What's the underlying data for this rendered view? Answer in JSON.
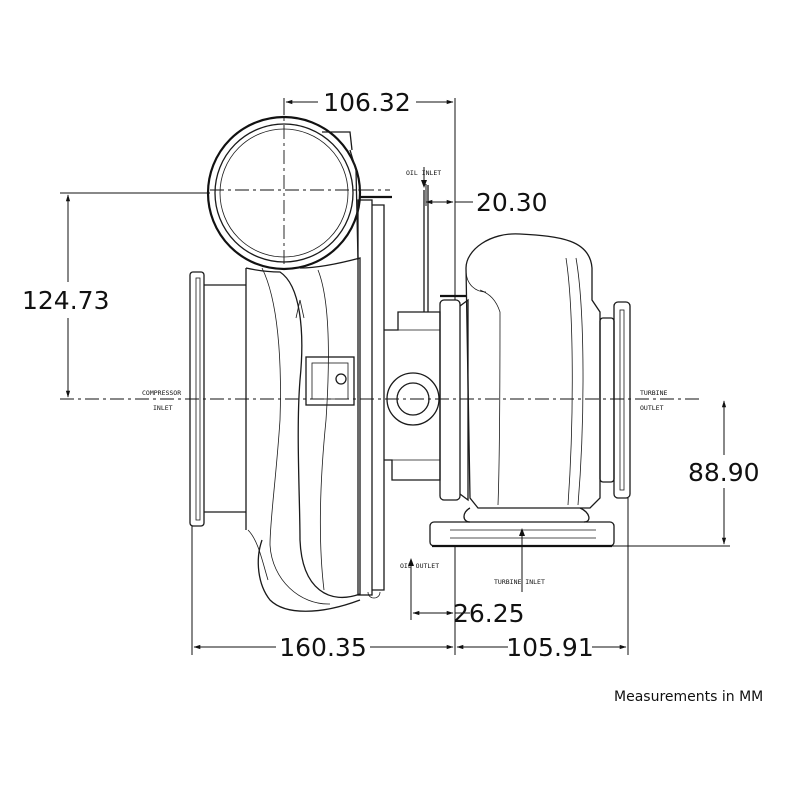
{
  "dimensions": {
    "top_width": "106.32",
    "oil_inlet_offset": "20.30",
    "compressor_height": "124.73",
    "turbine_height": "88.90",
    "oil_outlet_offset": "26.25",
    "compressor_side_length": "160.35",
    "turbine_side_length": "105.91"
  },
  "labels": {
    "oil_inlet": "OIL INLET",
    "compressor_inlet_1": "COMPRESSOR",
    "compressor_inlet_2": "INLET",
    "turbine_outlet_1": "TURBINE",
    "turbine_outlet_2": "OUTLET",
    "oil_outlet": "OIL OUTLET",
    "turbine_inlet": "TURBINE INLET"
  },
  "note": "Measurements in MM"
}
